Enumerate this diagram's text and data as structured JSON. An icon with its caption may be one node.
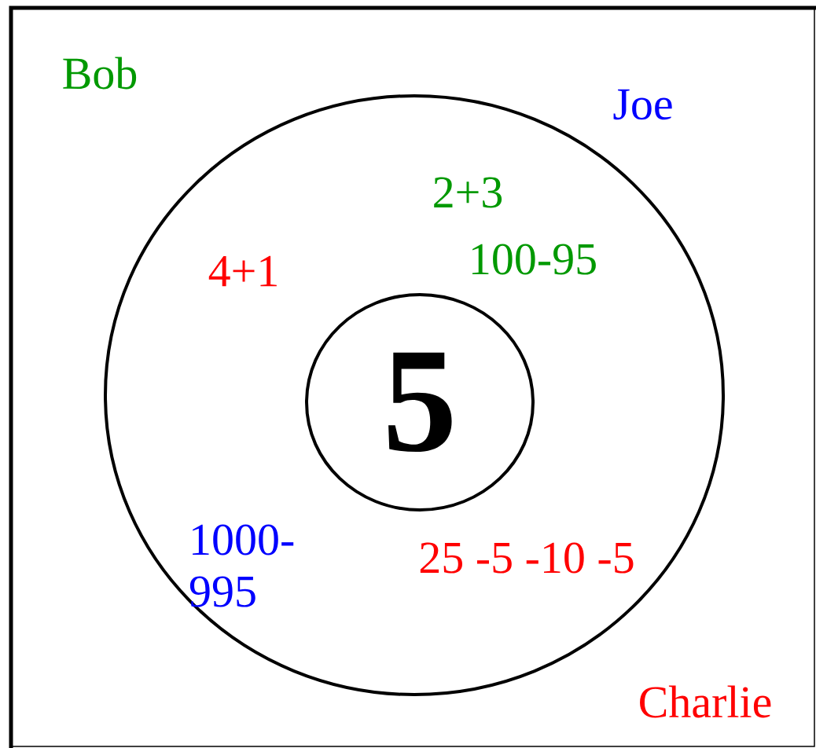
{
  "diagram": {
    "nodes": [
      {
        "text": [
          "2+3",
          "100-95",
          "4+1",
          "1000-995",
          "25 -5 -10 -5"
        ]
      },
      {
        "text": [
          "5"
        ],
        "in": 0
      }
    ],
    "labels": [
      "Bob",
      "Joe",
      "Charlie"
    ]
  }
}
